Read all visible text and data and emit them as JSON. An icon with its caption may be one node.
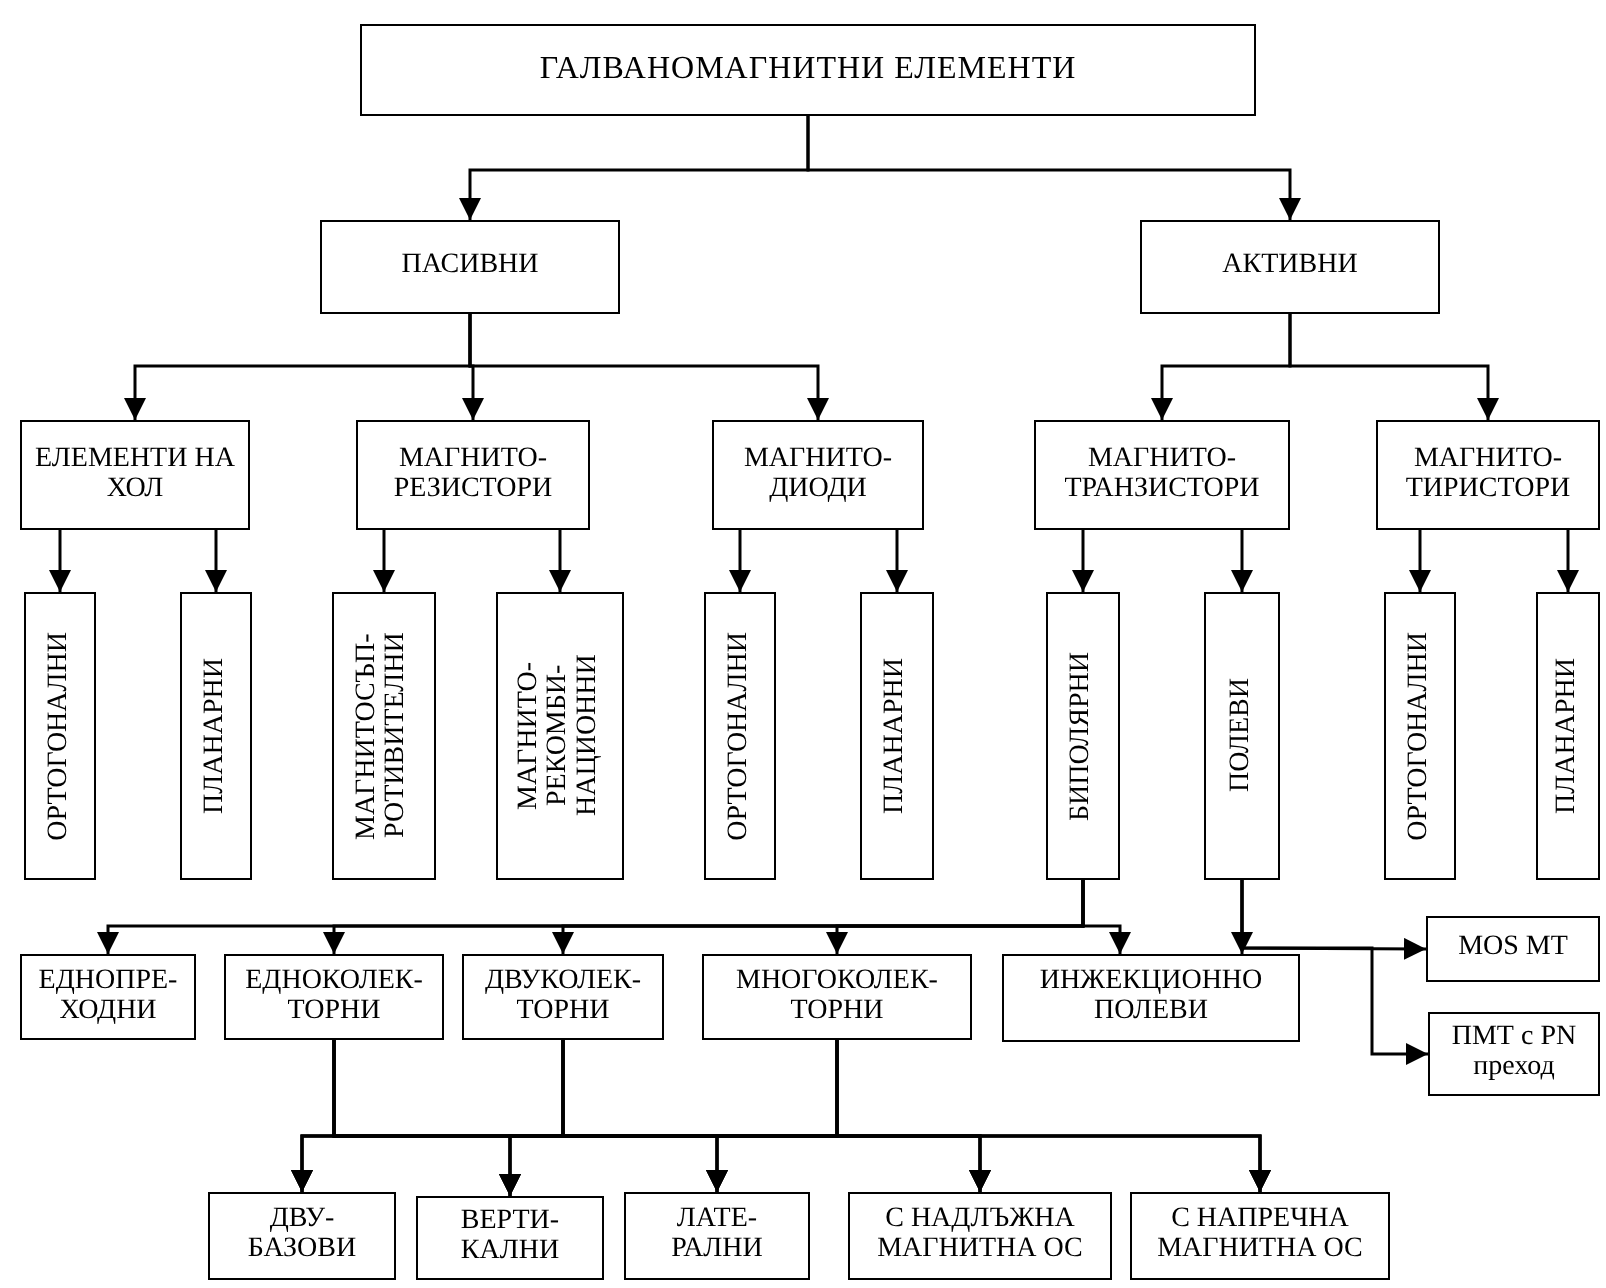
{
  "diagram": {
    "nodes": [
      {
        "text": [
          "ГАЛВАНОМАГНИТНИ ЕЛЕМЕНТИ"
        ]
      },
      {
        "text": [
          "ПАСИВНИ"
        ]
      },
      {
        "text": [
          "АКТИВНИ"
        ]
      },
      {
        "text": [
          "ЕЛЕМЕНТИ НА ХОЛ"
        ]
      },
      {
        "text": [
          "МАГНИТО- РЕЗИСТОРИ"
        ]
      },
      {
        "text": [
          "МАГНИТО- ДИОДИ"
        ]
      },
      {
        "text": [
          "МАГНИТО- ТРАНЗИСТОРИ"
        ]
      },
      {
        "text": [
          "МАГНИТО- ТИРИСТОРИ"
        ]
      },
      {
        "text": [
          "ОРТОГОНАЛНИ"
        ]
      },
      {
        "text": [
          "ПЛАНАРНИ"
        ]
      },
      {
        "text": [
          "МАГНИТОСЪП- РОТИВИТЕЛНИ"
        ]
      },
      {
        "text": [
          "МАГНИТО- РЕКОМБИ- НАЦИОННИ"
        ]
      },
      {
        "text": [
          "ОРТОГОНАЛНИ"
        ]
      },
      {
        "text": [
          "ПЛАНАРНИ"
        ]
      },
      {
        "text": [
          "БИПОЛЯРНИ"
        ]
      },
      {
        "text": [
          "ПОЛЕВИ"
        ]
      },
      {
        "text": [
          "ОРТОГОНАЛНИ"
        ]
      },
      {
        "text": [
          "ПЛАНАРНИ"
        ]
      },
      {
        "text": [
          "ЕДНОПРЕ- ХОДНИ"
        ]
      },
      {
        "text": [
          "ЕДНОКОЛЕК- ТОРНИ"
        ]
      },
      {
        "text": [
          "ДВУКОЛЕК- ТОРНИ"
        ]
      },
      {
        "text": [
          "МНОГОКОЛЕК- ТОРНИ"
        ]
      },
      {
        "text": [
          "ИНЖЕКЦИОННО ПОЛЕВИ"
        ]
      },
      {
        "text": [
          "MOS MT"
        ]
      },
      {
        "text": [
          "ПМТ с PN преход"
        ]
      },
      {
        "text": [
          "ДВУ- БАЗОВИ"
        ]
      },
      {
        "text": [
          "ВЕРТИ- КАЛНИ"
        ]
      },
      {
        "text": [
          "ЛАТЕ- РАЛНИ"
        ]
      },
      {
        "text": [
          "С НАДЛЪЖНА МАГНИТНА ОС"
        ]
      },
      {
        "text": [
          "С НАПРЕЧНА МАГНИТНА ОС"
        ]
      }
    ],
    "edges": [
      {
        "from": 0,
        "to": 1,
        "arrow": "to"
      },
      {
        "from": 0,
        "to": 2,
        "arrow": "to"
      },
      {
        "from": 1,
        "to": 3,
        "arrow": "to"
      },
      {
        "from": 1,
        "to": 4,
        "arrow": "to"
      },
      {
        "from": 1,
        "to": 5,
        "arrow": "to"
      },
      {
        "from": 2,
        "to": 6,
        "arrow": "to"
      },
      {
        "from": 2,
        "to": 7,
        "arrow": "to"
      },
      {
        "from": 3,
        "to": 8,
        "arrow": "to"
      },
      {
        "from": 3,
        "to": 9,
        "arrow": "to"
      },
      {
        "from": 4,
        "to": 10,
        "arrow": "to"
      },
      {
        "from": 4,
        "to": 11,
        "arrow": "to"
      },
      {
        "from": 5,
        "to": 12,
        "arrow": "to"
      },
      {
        "from": 5,
        "to": 13,
        "arrow": "to"
      },
      {
        "from": 6,
        "to": 14,
        "arrow": "to"
      },
      {
        "from": 6,
        "to": 15,
        "arrow": "to"
      },
      {
        "from": 7,
        "to": 16,
        "arrow": "to"
      },
      {
        "from": 7,
        "to": 17,
        "arrow": "to"
      },
      {
        "from": 14,
        "to": 18,
        "arrow": "to"
      },
      {
        "from": 14,
        "to": 19,
        "arrow": "to"
      },
      {
        "from": 14,
        "to": 20,
        "arrow": "to"
      },
      {
        "from": 14,
        "to": 21,
        "arrow": "to"
      },
      {
        "from": 14,
        "to": 22,
        "arrow": "to"
      },
      {
        "from": 15,
        "to": 22,
        "arrow": "to"
      },
      {
        "from": 15,
        "to": 23,
        "arrow": "to"
      },
      {
        "from": 15,
        "to": 24,
        "arrow": "to"
      },
      {
        "from": 19,
        "to": 25,
        "arrow": "to"
      },
      {
        "from": 19,
        "to": 26,
        "arrow": "to"
      },
      {
        "from": 19,
        "to": 27,
        "arrow": "to"
      },
      {
        "from": 19,
        "to": 28,
        "arrow": "to"
      },
      {
        "from": 19,
        "to": 29,
        "arrow": "to"
      },
      {
        "from": 20,
        "to": 25,
        "arrow": "to"
      },
      {
        "from": 20,
        "to": 26,
        "arrow": "to"
      },
      {
        "from": 20,
        "to": 27,
        "arrow": "to"
      },
      {
        "from": 20,
        "to": 28,
        "arrow": "to"
      },
      {
        "from": 20,
        "to": 29,
        "arrow": "to"
      },
      {
        "from": 21,
        "to": 25,
        "arrow": "to"
      },
      {
        "from": 21,
        "to": 26,
        "arrow": "to"
      },
      {
        "from": 21,
        "to": 27,
        "arrow": "to"
      },
      {
        "from": 21,
        "to": 28,
        "arrow": "to"
      },
      {
        "from": 21,
        "to": 29,
        "arrow": "to"
      }
    ]
  }
}
